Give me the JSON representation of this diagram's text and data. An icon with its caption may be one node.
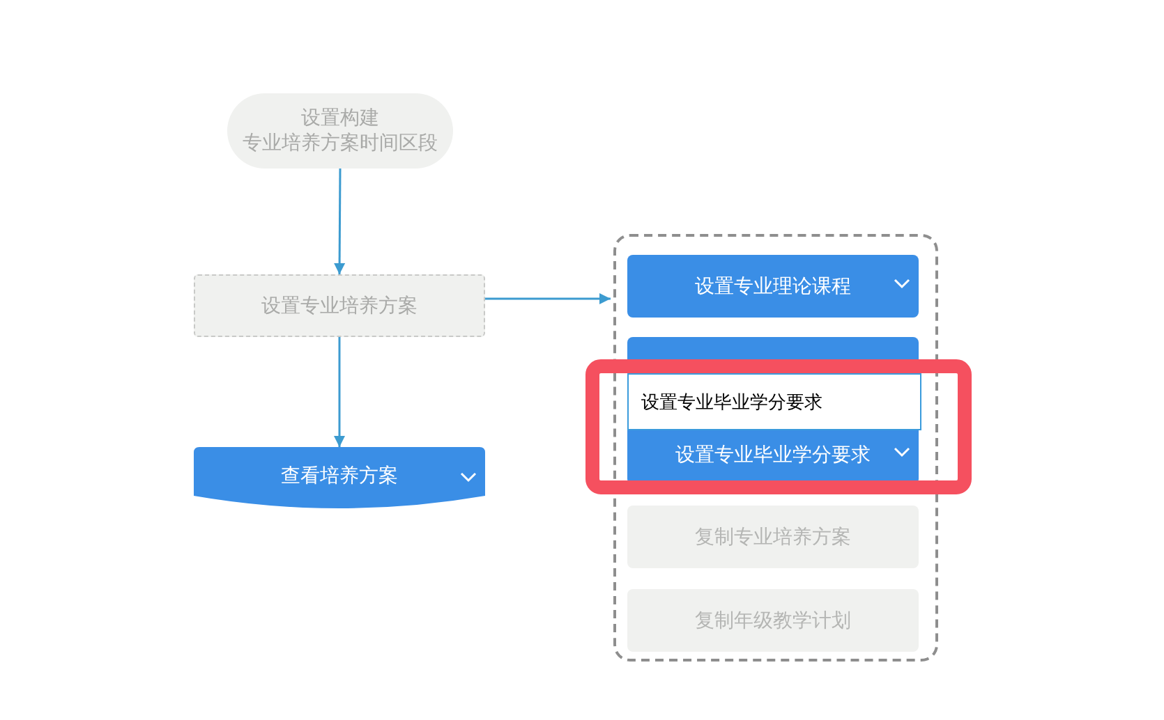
{
  "diagram": {
    "nodes": [
      {
        "text": [
          "设置构建专业培养方案时间区段"
        ]
      },
      {
        "text": [
          "设置专业培养方案"
        ]
      },
      {
        "text": [
          "查看培养方案"
        ]
      },
      {
        "text": [],
        "shape": "box"
      },
      {
        "text": [
          "设置专业理论课程"
        ],
        "in": 3
      },
      {
        "text": [
          "设置专业毕业学分要求"
        ],
        "in": 3
      },
      {
        "text": [
          "复制专业培养方案"
        ],
        "in": 3
      },
      {
        "text": [
          "复制年级教学计划"
        ],
        "in": 3
      }
    ],
    "edges": [
      {
        "from": 0,
        "to": 1,
        "arrow": "to"
      },
      {
        "from": 1,
        "to": 2,
        "arrow": "to"
      },
      {
        "from": 1,
        "to": 3,
        "arrow": "to"
      }
    ],
    "labels": [
      "设置专业毕业学分要求"
    ]
  }
}
